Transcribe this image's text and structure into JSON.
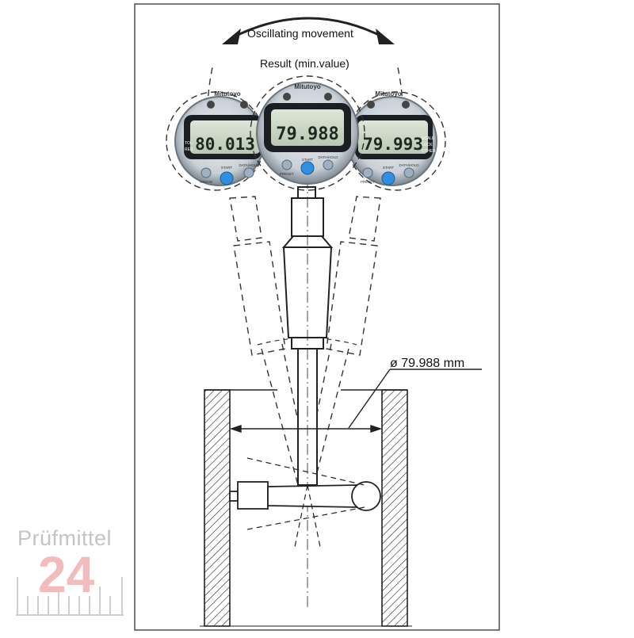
{
  "header": {
    "movement_label": "Oscillating movement",
    "result_label": "Result (min.value)"
  },
  "measurement": {
    "diameter_label": "ø 79.988 mm"
  },
  "gauges": [
    {
      "brand": "Mitutoyo",
      "reading": "80.013",
      "side_labels": [
        "TOL",
        "RES"
      ],
      "buttons": [
        "ORIGIN",
        "START",
        "DATA/HOLD"
      ]
    },
    {
      "brand": "Mitutoyo",
      "reading": "79.988",
      "side_labels": [],
      "buttons": [
        "PRESET",
        "START",
        "DATA/HOLD"
      ]
    },
    {
      "brand": "Mitutoyo",
      "reading": "79.993",
      "side_labels": [
        "SCALE",
        "LOCK",
        "OTHER"
      ],
      "buttons": [
        "PRESET",
        "START",
        "DATA/HOLD"
      ]
    }
  ],
  "watermark": {
    "word": "Prüfmittel",
    "number": "24"
  },
  "colors": {
    "line": "#222222",
    "lcd": "#c9d6c4",
    "bezel": "#9aa3ad",
    "start_button": "#2f8fe0",
    "watermark_number": "#f2bcbc"
  }
}
